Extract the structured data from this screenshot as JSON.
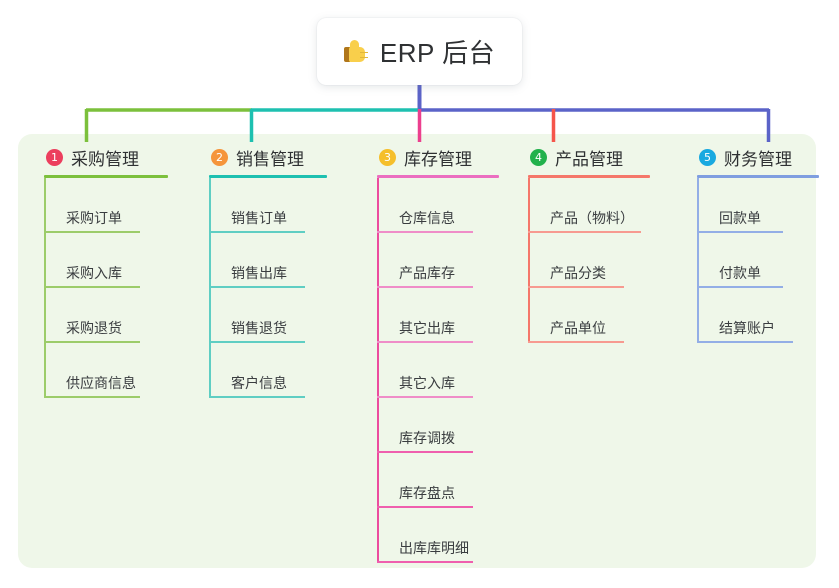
{
  "diagram": {
    "title": "ERP 后台",
    "root": {
      "label": "ERP 后台",
      "icon": "thumbs-up-icon"
    },
    "panel_color": "#eff7e9",
    "columns": [
      {
        "number": "1",
        "title": "采购管理",
        "badge_color": "#ec3f5e",
        "line_color": "#7cc03c",
        "connector_color": "#7cc03c",
        "items": [
          "采购订单",
          "采购入库",
          "采购退货",
          "供应商信息"
        ],
        "item_width": 96,
        "header_rule_width": 124
      },
      {
        "number": "2",
        "title": "销售管理",
        "badge_color": "#f5953b",
        "line_color": "#1ec0b0",
        "connector_color": "#1ec0b0",
        "items": [
          "销售订单",
          "销售出库",
          "销售退货",
          "客户信息"
        ],
        "item_width": 96,
        "header_rule_width": 118
      },
      {
        "number": "3",
        "title": "库存管理",
        "badge_color": "#f5bf2b",
        "line_color": "#eb6ec0",
        "connector_color": "#ec3f8e",
        "items": [
          "仓库信息",
          "产品库存",
          "其它出库",
          "其它入库",
          "库存调拨",
          "库存盘点",
          "出库库明细"
        ],
        "item_width": 96,
        "header_rule_width": 122
      },
      {
        "number": "4",
        "title": "产品管理",
        "badge_color": "#22b14c",
        "line_color": "#f5776a",
        "connector_color": "#f5554b",
        "items": [
          "产品（物料）",
          "产品分类",
          "产品单位"
        ],
        "item_width": 113,
        "header_rule_width": 122
      },
      {
        "number": "5",
        "title": "财务管理",
        "badge_color": "#19a9e0",
        "line_color": "#7f9ee0",
        "connector_color": "#5b63c8",
        "items": [
          "回款单",
          "付款单",
          "结算账户"
        ],
        "item_width": 86,
        "header_rule_width": 122
      }
    ],
    "bus": {
      "segment_colors": [
        "#7cc03c",
        "#1ec0b0",
        "#5b63c8"
      ],
      "root_stem_color": "#5b63c8"
    }
  }
}
